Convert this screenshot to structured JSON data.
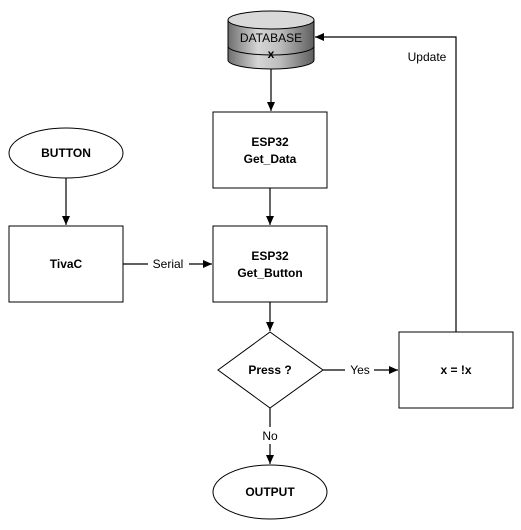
{
  "diagram": {
    "nodes": {
      "database": {
        "label": "DATABASE",
        "sublabel": "x"
      },
      "button": {
        "label": "BUTTON"
      },
      "tivac": {
        "label": "TivaC"
      },
      "get_data": {
        "line1": "ESP32",
        "line2": "Get_Data"
      },
      "get_button": {
        "line1": "ESP32",
        "line2": "Get_Button"
      },
      "press": {
        "label": "Press ?"
      },
      "toggle": {
        "label": "x = !x"
      },
      "output": {
        "label": "OUTPUT"
      }
    },
    "edges": {
      "serial": "Serial",
      "yes": "Yes",
      "no": "No",
      "update": "Update"
    }
  }
}
